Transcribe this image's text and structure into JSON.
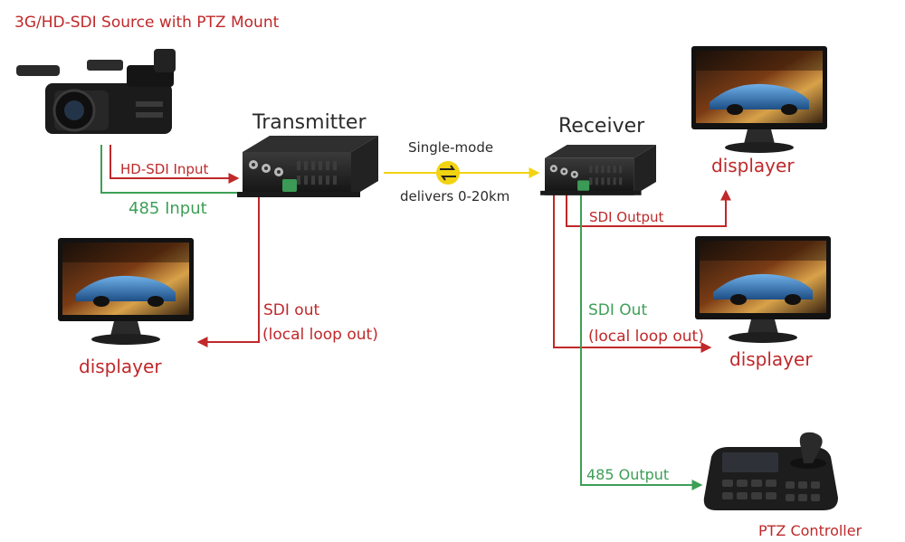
{
  "labels": {
    "source_title": "3G/HD-SDI Source with PTZ Mount",
    "transmitter": "Transmitter",
    "receiver": "Receiver",
    "fiber_mode": "Single-mode",
    "fiber_distance": "delivers 0-20km",
    "hd_sdi_input": "HD-SDI Input",
    "rs485_input": "485 Input",
    "sdi_out": "SDI out",
    "local_loop_out_lower": "(local loop out)",
    "sdi_output": "SDI Output",
    "sdi_out_cap": "SDI Out",
    "local_loop_out_rx": "(local loop out)",
    "rs485_output": "485 Output",
    "displayer_left": "displayer",
    "displayer_top_right": "displayer",
    "displayer_mid_right": "displayer",
    "ptz_controller": "PTZ Controller"
  },
  "colors": {
    "red_line": "#c0282a",
    "green_line": "#3d9f56",
    "yellow_fiber": "#f2d311",
    "device_body": "#1c1c1c"
  },
  "icons": {
    "camera": "video-camera-icon",
    "monitor": "monitor-icon",
    "converter": "fiber-converter-icon",
    "controller": "ptz-joystick-controller-icon",
    "fiber_link": "bidirectional-arrow-icon"
  }
}
